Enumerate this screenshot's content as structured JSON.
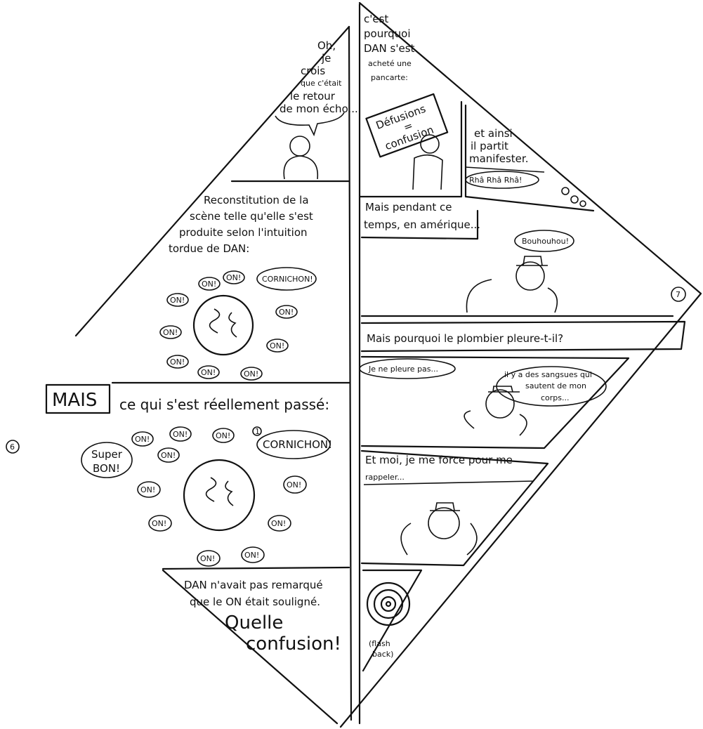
{
  "page_numbers": {
    "left": "6",
    "right": "7"
  },
  "left": {
    "panel1": {
      "lines": [
        "Oh,",
        "je",
        "crois",
        "que c'était",
        "le retour",
        "de mon écho..."
      ]
    },
    "panel2": {
      "lines": [
        "Reconstitution de la",
        "scène telle qu'elle s'est",
        "produite selon l'intuition",
        "tordue de DAN:"
      ],
      "bubbles": [
        "ON!",
        "ON!",
        "CORNICHON!",
        "ON!",
        "ON!",
        "ON!",
        "ON!",
        "ON!",
        "ON!",
        "ON!"
      ]
    },
    "panel3": {
      "boxed": "MAIS",
      "caption": "ce qui s'est réellement passé:",
      "super_bon": [
        "Super",
        "BON!"
      ],
      "cornichon": "CORNICHON!",
      "marker": "1",
      "bubbles": [
        "ON!",
        "ON!",
        "ON!",
        "ON!",
        "ON!",
        "ON!",
        "ON!",
        "ON!",
        "ON!",
        "ON!"
      ]
    },
    "panel4": {
      "lines": [
        "DAN n'avait pas remarqué",
        "que le ON était souligné."
      ],
      "exclaim": [
        "Quelle",
        "confusion!"
      ]
    }
  },
  "right": {
    "panel1": {
      "lines": [
        "c'est",
        "pourquoi",
        "DAN s'est",
        "acheté une",
        "pancarte:"
      ],
      "sign": [
        "Défusions",
        "=",
        "confusion"
      ]
    },
    "panel2": {
      "lines": [
        "et ainsi",
        "il partit",
        "manifester."
      ],
      "speech": "Rhâ Rhâ Rhâ!"
    },
    "panel3": {
      "caption": [
        "Mais pendant ce",
        "temps, en amérique..."
      ],
      "speech": "Bouhouhou!"
    },
    "panel4": {
      "caption": "Mais pourquoi le plombier pleure-t-il?"
    },
    "panel5": {
      "speech1": "Je ne pleure pas...",
      "speech2": [
        "il y a des sangsues qui",
        "sautent de mon",
        "corps..."
      ]
    },
    "panel6": {
      "caption": [
        "Et moi, je me force pour me",
        "rappeler..."
      ]
    },
    "panel7": {
      "label": [
        "(flash",
        "back)"
      ]
    }
  }
}
